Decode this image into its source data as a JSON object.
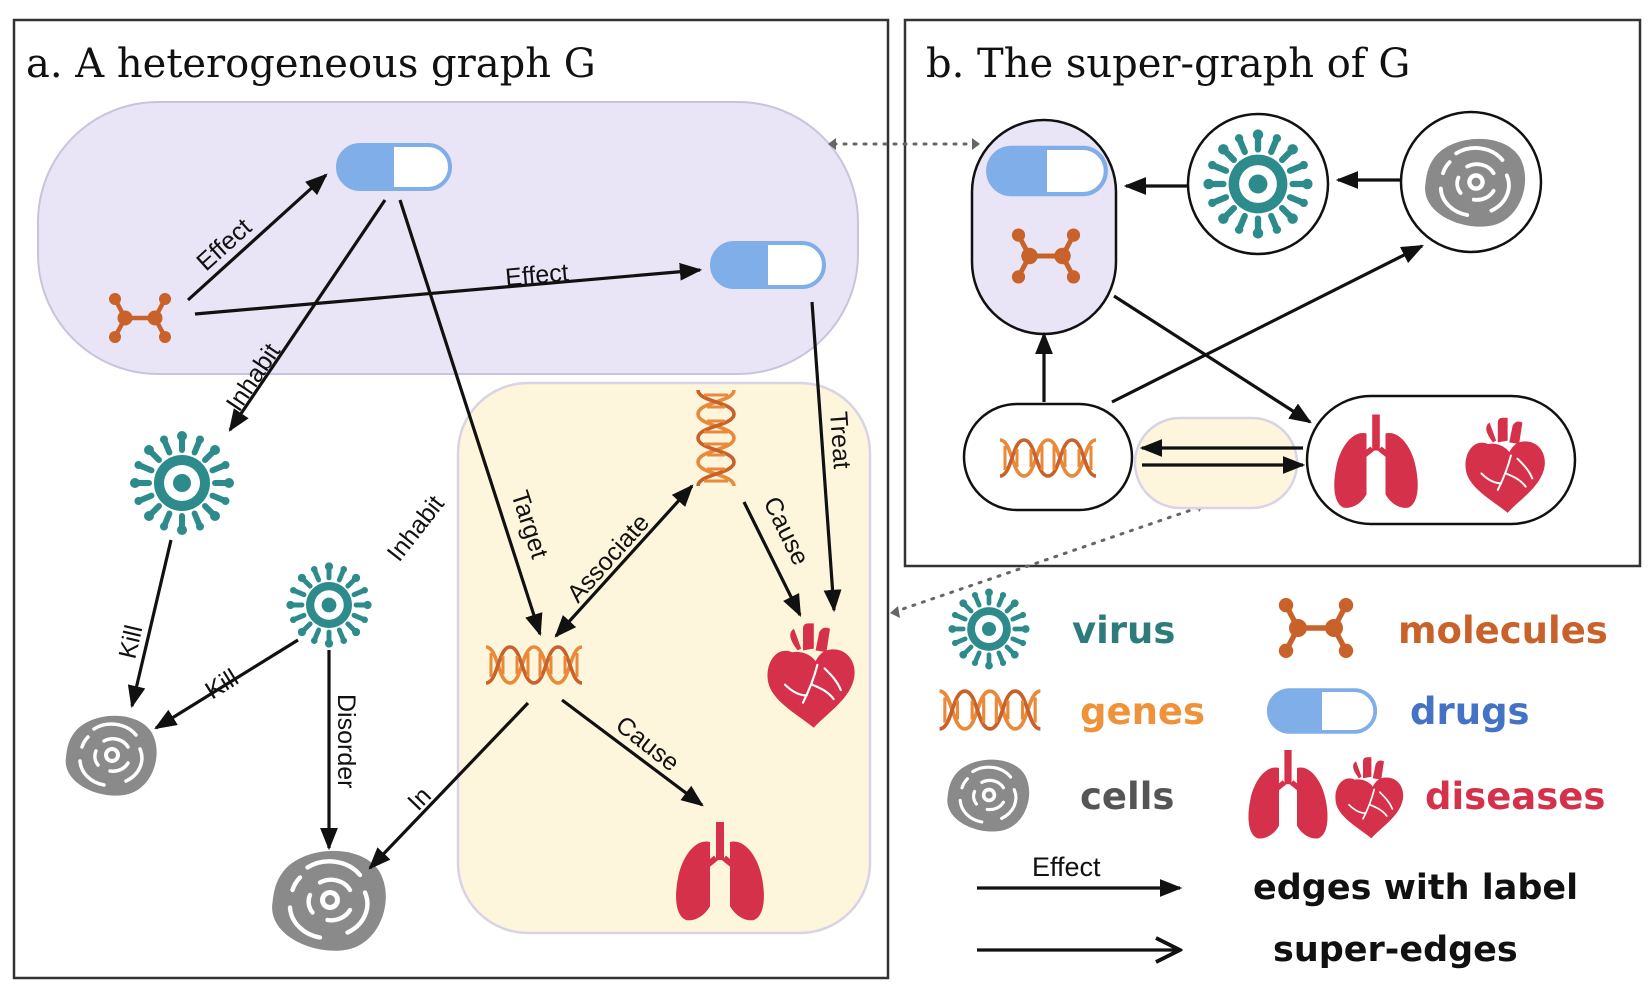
{
  "panel_a": {
    "title": "a. A heterogeneous graph G",
    "edge_labels": {
      "effect_1": "Effect",
      "effect_2": "Effect",
      "inhabit_1": "Inhabit",
      "inhabit_2": "Inhabit",
      "target": "Target",
      "treat": "Treat",
      "associate": "Associate",
      "cause_1": "Cause",
      "cause_2": "Cause",
      "kill_1": "Kill",
      "kill_2": "Kill",
      "disorder": "Disorder",
      "in": "In"
    }
  },
  "panel_b": {
    "title": "b. The super-graph of G"
  },
  "legend": {
    "virus": "virus",
    "molecules": "molecules",
    "genes": "genes",
    "drugs": "drugs",
    "cells": "cells",
    "diseases": "diseases",
    "edge_example_label": "Effect",
    "edges_with_label": "edges with label",
    "super_edges": "super-edges"
  },
  "colors": {
    "virus": "#2e8b8b",
    "molecules": "#c8622a",
    "genes": "#f0923a",
    "drugs": "#4472c4",
    "cells": "#7a7a7a",
    "diseases": "#d6314a",
    "drug_group_fill": "#e9e4f6",
    "gene_group_fill": "#fdf6dc"
  }
}
